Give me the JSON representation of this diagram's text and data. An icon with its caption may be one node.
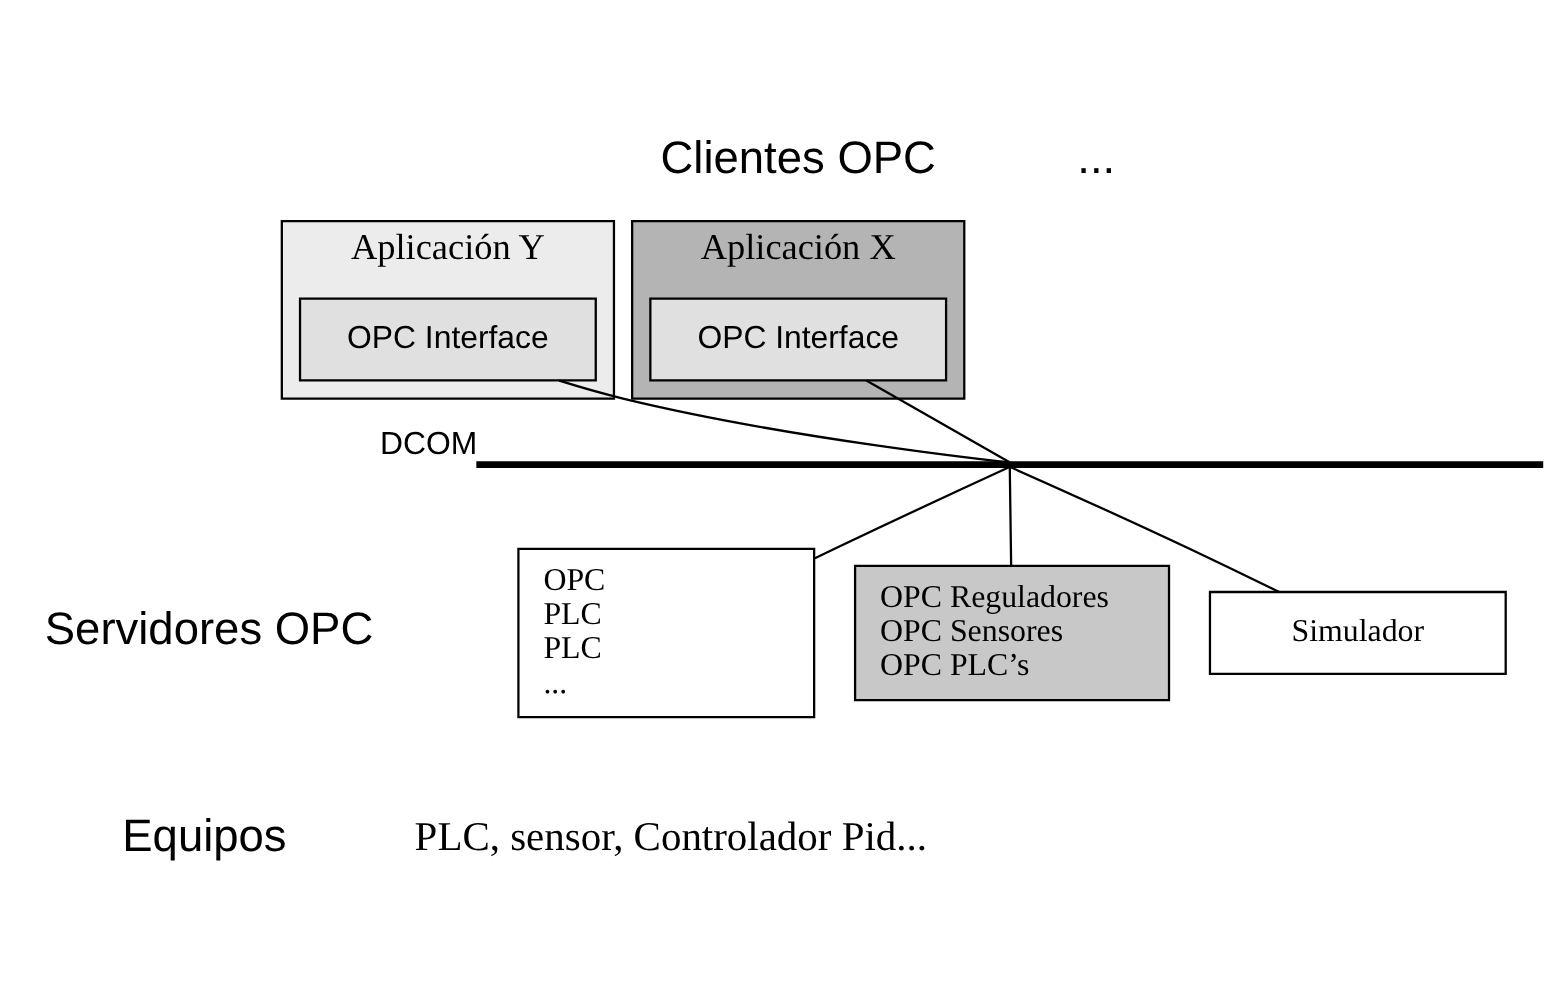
{
  "diagram": {
    "nodes": [
      {
        "text": [
          "Aplicación X"
        ]
      },
      {
        "text": [
          "OPC Interface"
        ],
        "in": 0
      },
      {
        "text": [
          "Aplicación Y"
        ]
      },
      {
        "text": [
          "OPC Interface"
        ],
        "in": 2
      },
      {
        "text": [],
        "shape": "bar",
        "beside": [
          "DCOM"
        ]
      },
      {
        "text": [
          "Simulador"
        ]
      },
      {
        "text": [
          "OPC",
          "PLC",
          "PLC",
          "..."
        ]
      },
      {
        "text": [
          "OPC Reguladores",
          "OPC Sensores",
          "OPC PLC’s"
        ]
      }
    ],
    "edges": [
      {
        "from": 1,
        "to": 4,
        "arrow": "none"
      },
      {
        "from": 3,
        "to": 4,
        "arrow": "none"
      },
      {
        "from": 4,
        "to": 5,
        "arrow": "none"
      },
      {
        "from": 4,
        "to": 6,
        "arrow": "none"
      },
      {
        "from": 4,
        "to": 7,
        "arrow": "none"
      }
    ],
    "labels": [
      "Clientes OPC",
      "...",
      "Servidores OPC",
      "Equipos",
      "PLC, sensor, Controlador Pid..."
    ]
  }
}
